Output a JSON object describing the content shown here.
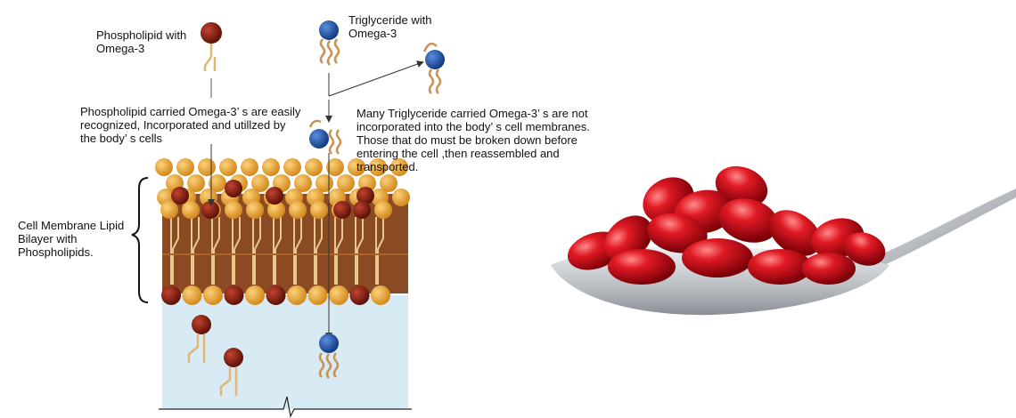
{
  "labels": {
    "phospholipid_title": "Phospholipid with\nOmega-3",
    "triglyceride_title": "Triglyceride with\nOmega-3",
    "phospholipid_note": "Phospholipid carried Omega-3’ s are easily\nrecognized, Incorporated and utillzed by\nthe body’ s cells",
    "triglyceride_note": "Many Triglyceride carried Omega-3’ s are not\nincorporated into the  body’ s cell membranes.\nThose that do must be broken down before\nentering the cell ,then reassembled and\ntransported.",
    "membrane_label": "Cell Membrane Lipid\nBilayer with\nPhospholipids."
  },
  "colors": {
    "phospholipid_head": "#7a1a10",
    "triglyceride_head": "#1e4a9a",
    "lipid_head": "#e6a640",
    "membrane_core": "#8a4b24",
    "tail": "#e8c88a",
    "cytoplasm": "#d8eaf4",
    "capsule": "#d4101c",
    "spoon": "#c9ccd0"
  }
}
